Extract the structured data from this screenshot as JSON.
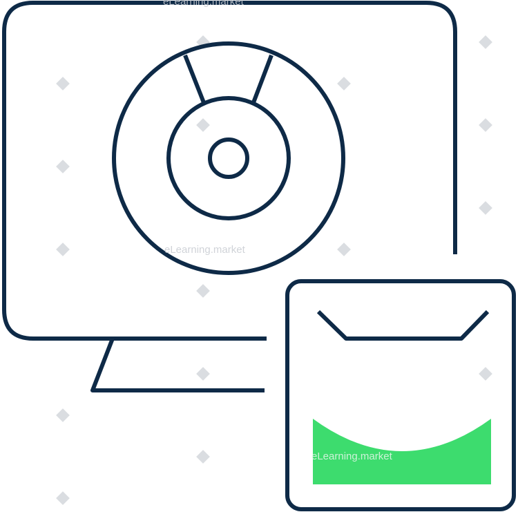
{
  "illustration": {
    "name": "computer-webcam-gauge",
    "colors": {
      "outline": "#0e2a47",
      "gauge_fill": "#3ddc6e",
      "watermark": "#c8ccd2"
    },
    "gauge_level": 0.45
  },
  "watermark": {
    "text": "eLearning.market"
  }
}
